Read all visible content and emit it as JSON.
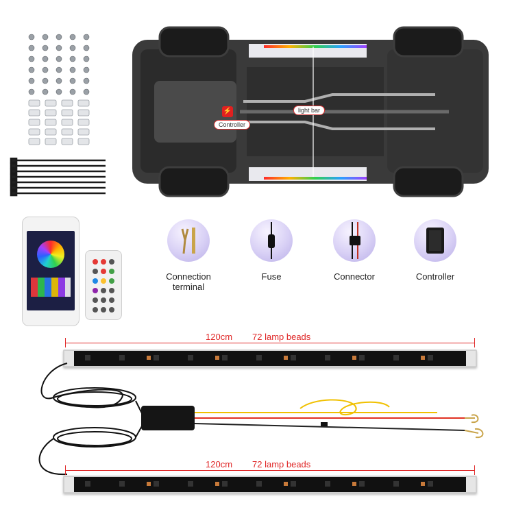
{
  "car": {
    "callouts": {
      "controller": "Controller",
      "light_bar": "light bar"
    }
  },
  "components": [
    {
      "label": "Connection terminal",
      "icon": "connection-terminal-icon"
    },
    {
      "label": "Fuse",
      "icon": "fuse-icon"
    },
    {
      "label": "Connector",
      "icon": "connector-icon"
    },
    {
      "label": "Controller",
      "icon": "controller-icon"
    }
  ],
  "strips": [
    {
      "length": "120cm",
      "beads": "72 lamp beads"
    },
    {
      "length": "120cm",
      "beads": "72 lamp beads"
    }
  ],
  "colors": {
    "dimension": "#e02828",
    "accent_gradient": [
      "#ff2a2a",
      "#ffb000",
      "#30d050",
      "#2aa0ff",
      "#a040ff"
    ],
    "wire_yellow": "#f0c000",
    "wire_red": "#e03020"
  }
}
